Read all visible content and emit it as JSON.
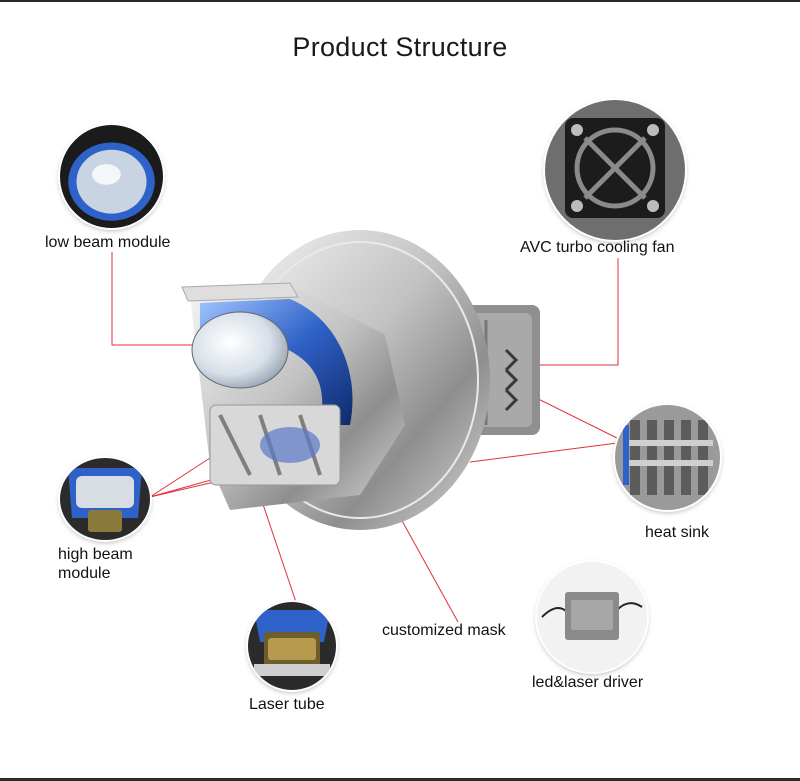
{
  "title": "Product Structure",
  "labels": {
    "low_beam": "low beam module",
    "cooling_fan": "AVC  turbo cooling fan",
    "high_beam_line1": "high beam",
    "high_beam_line2": "module",
    "heat_sink": "heat sink",
    "laser_tube": "Laser tube",
    "mask": "customized mask",
    "driver": "led&laser driver"
  },
  "colors": {
    "callout_line": "#e0303a",
    "chrome": "#c9c9c9",
    "blue_accent": "#2f62c8"
  }
}
